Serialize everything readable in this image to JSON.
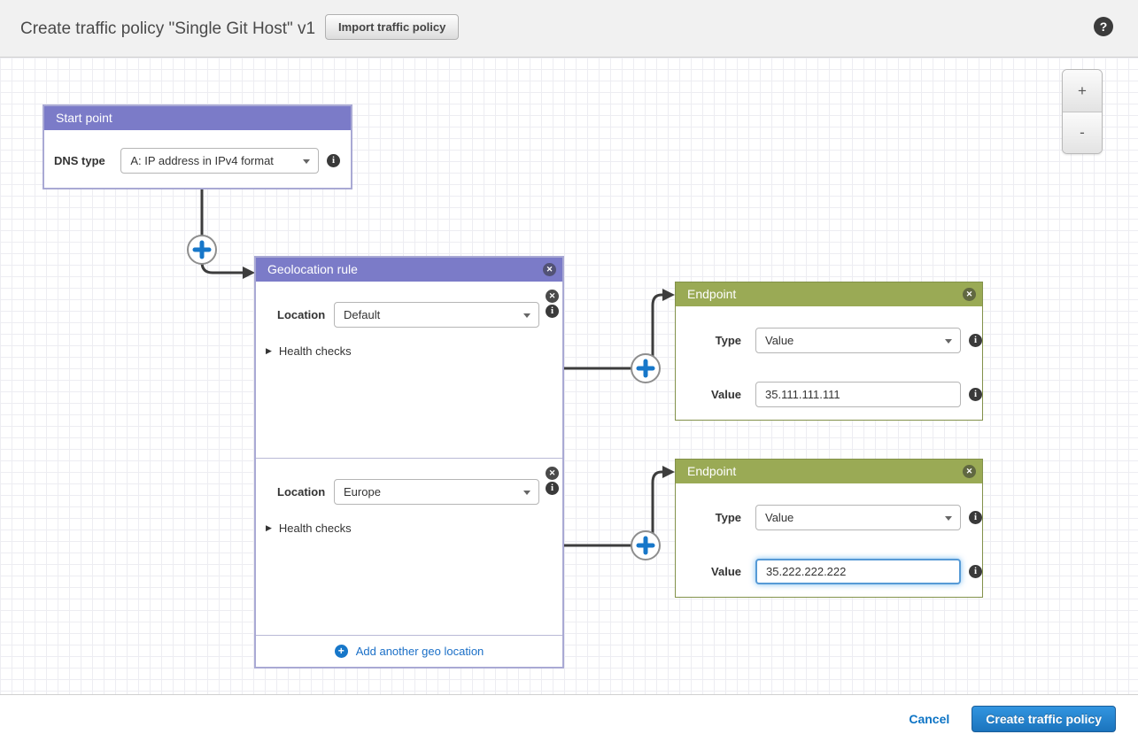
{
  "header": {
    "title": "Create traffic policy \"Single Git Host\" v1",
    "import_button": "Import traffic policy",
    "help_glyph": "?"
  },
  "zoom_controls": {
    "zoom_in": "+",
    "zoom_out": "-"
  },
  "start_point": {
    "title": "Start point",
    "dns_type_label": "DNS type",
    "dns_type_value": "A: IP address in IPv4 format"
  },
  "geolocation_rule": {
    "title": "Geolocation rule",
    "sections": [
      {
        "location_label": "Location",
        "location_value": "Default",
        "health_checks_label": "Health checks"
      },
      {
        "location_label": "Location",
        "location_value": "Europe",
        "health_checks_label": "Health checks"
      }
    ],
    "add_link": "Add another geo location"
  },
  "endpoints": [
    {
      "title": "Endpoint",
      "type_label": "Type",
      "type_value": "Value",
      "value_label": "Value",
      "value_text": "35.111.111.111"
    },
    {
      "title": "Endpoint",
      "type_label": "Type",
      "type_value": "Value",
      "value_label": "Value",
      "value_text": "35.222.222.222"
    }
  ],
  "footer": {
    "cancel": "Cancel",
    "create": "Create traffic policy"
  },
  "icons": {
    "close": "✕",
    "info": "i",
    "plus": "+",
    "expander": "▶"
  },
  "colors": {
    "purple_header": "#7b7bc8",
    "green_header": "#9aaa55",
    "accent_blue": "#1777c9",
    "link_blue": "#1a6fc7",
    "button_blue": "#1b74bd",
    "connector": "#3d3d3d"
  }
}
